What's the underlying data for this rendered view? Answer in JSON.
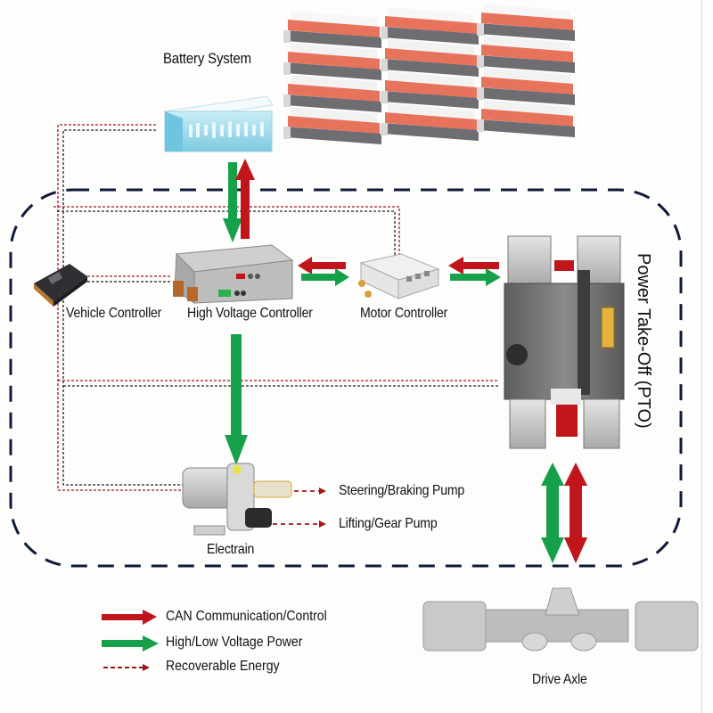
{
  "diagram": {
    "title": "Electric Vehicle Power System Architecture",
    "components": {
      "battery_system": "Battery System",
      "vehicle_controller": "Vehicle Controller",
      "high_voltage_controller": "High Voltage Controller",
      "motor_controller": "Motor Controller",
      "pto": "Power Take-Off (PTO)",
      "electrain": "Electrain",
      "steering_pump": "Steering/Braking Pump",
      "lifting_pump": "Lifting/Gear Pump",
      "drive_axle": "Drive Axle"
    },
    "legend": [
      {
        "label": "CAN Communication/Control",
        "type": "solid-arrow",
        "color": "#c0151b"
      },
      {
        "label": "High/Low Voltage Power",
        "type": "solid-arrow",
        "color": "#16a04a"
      },
      {
        "label": "Recoverable Energy",
        "type": "dashed-arrow",
        "color": "#a0181e"
      }
    ],
    "colors": {
      "can_red": "#c0151b",
      "power_green": "#16a04a",
      "boundary_navy": "#101a3a",
      "battery_orange": "#e8735c",
      "battery_gray": "#6d6d72",
      "bms_cyan": "#8fd3e8"
    }
  }
}
